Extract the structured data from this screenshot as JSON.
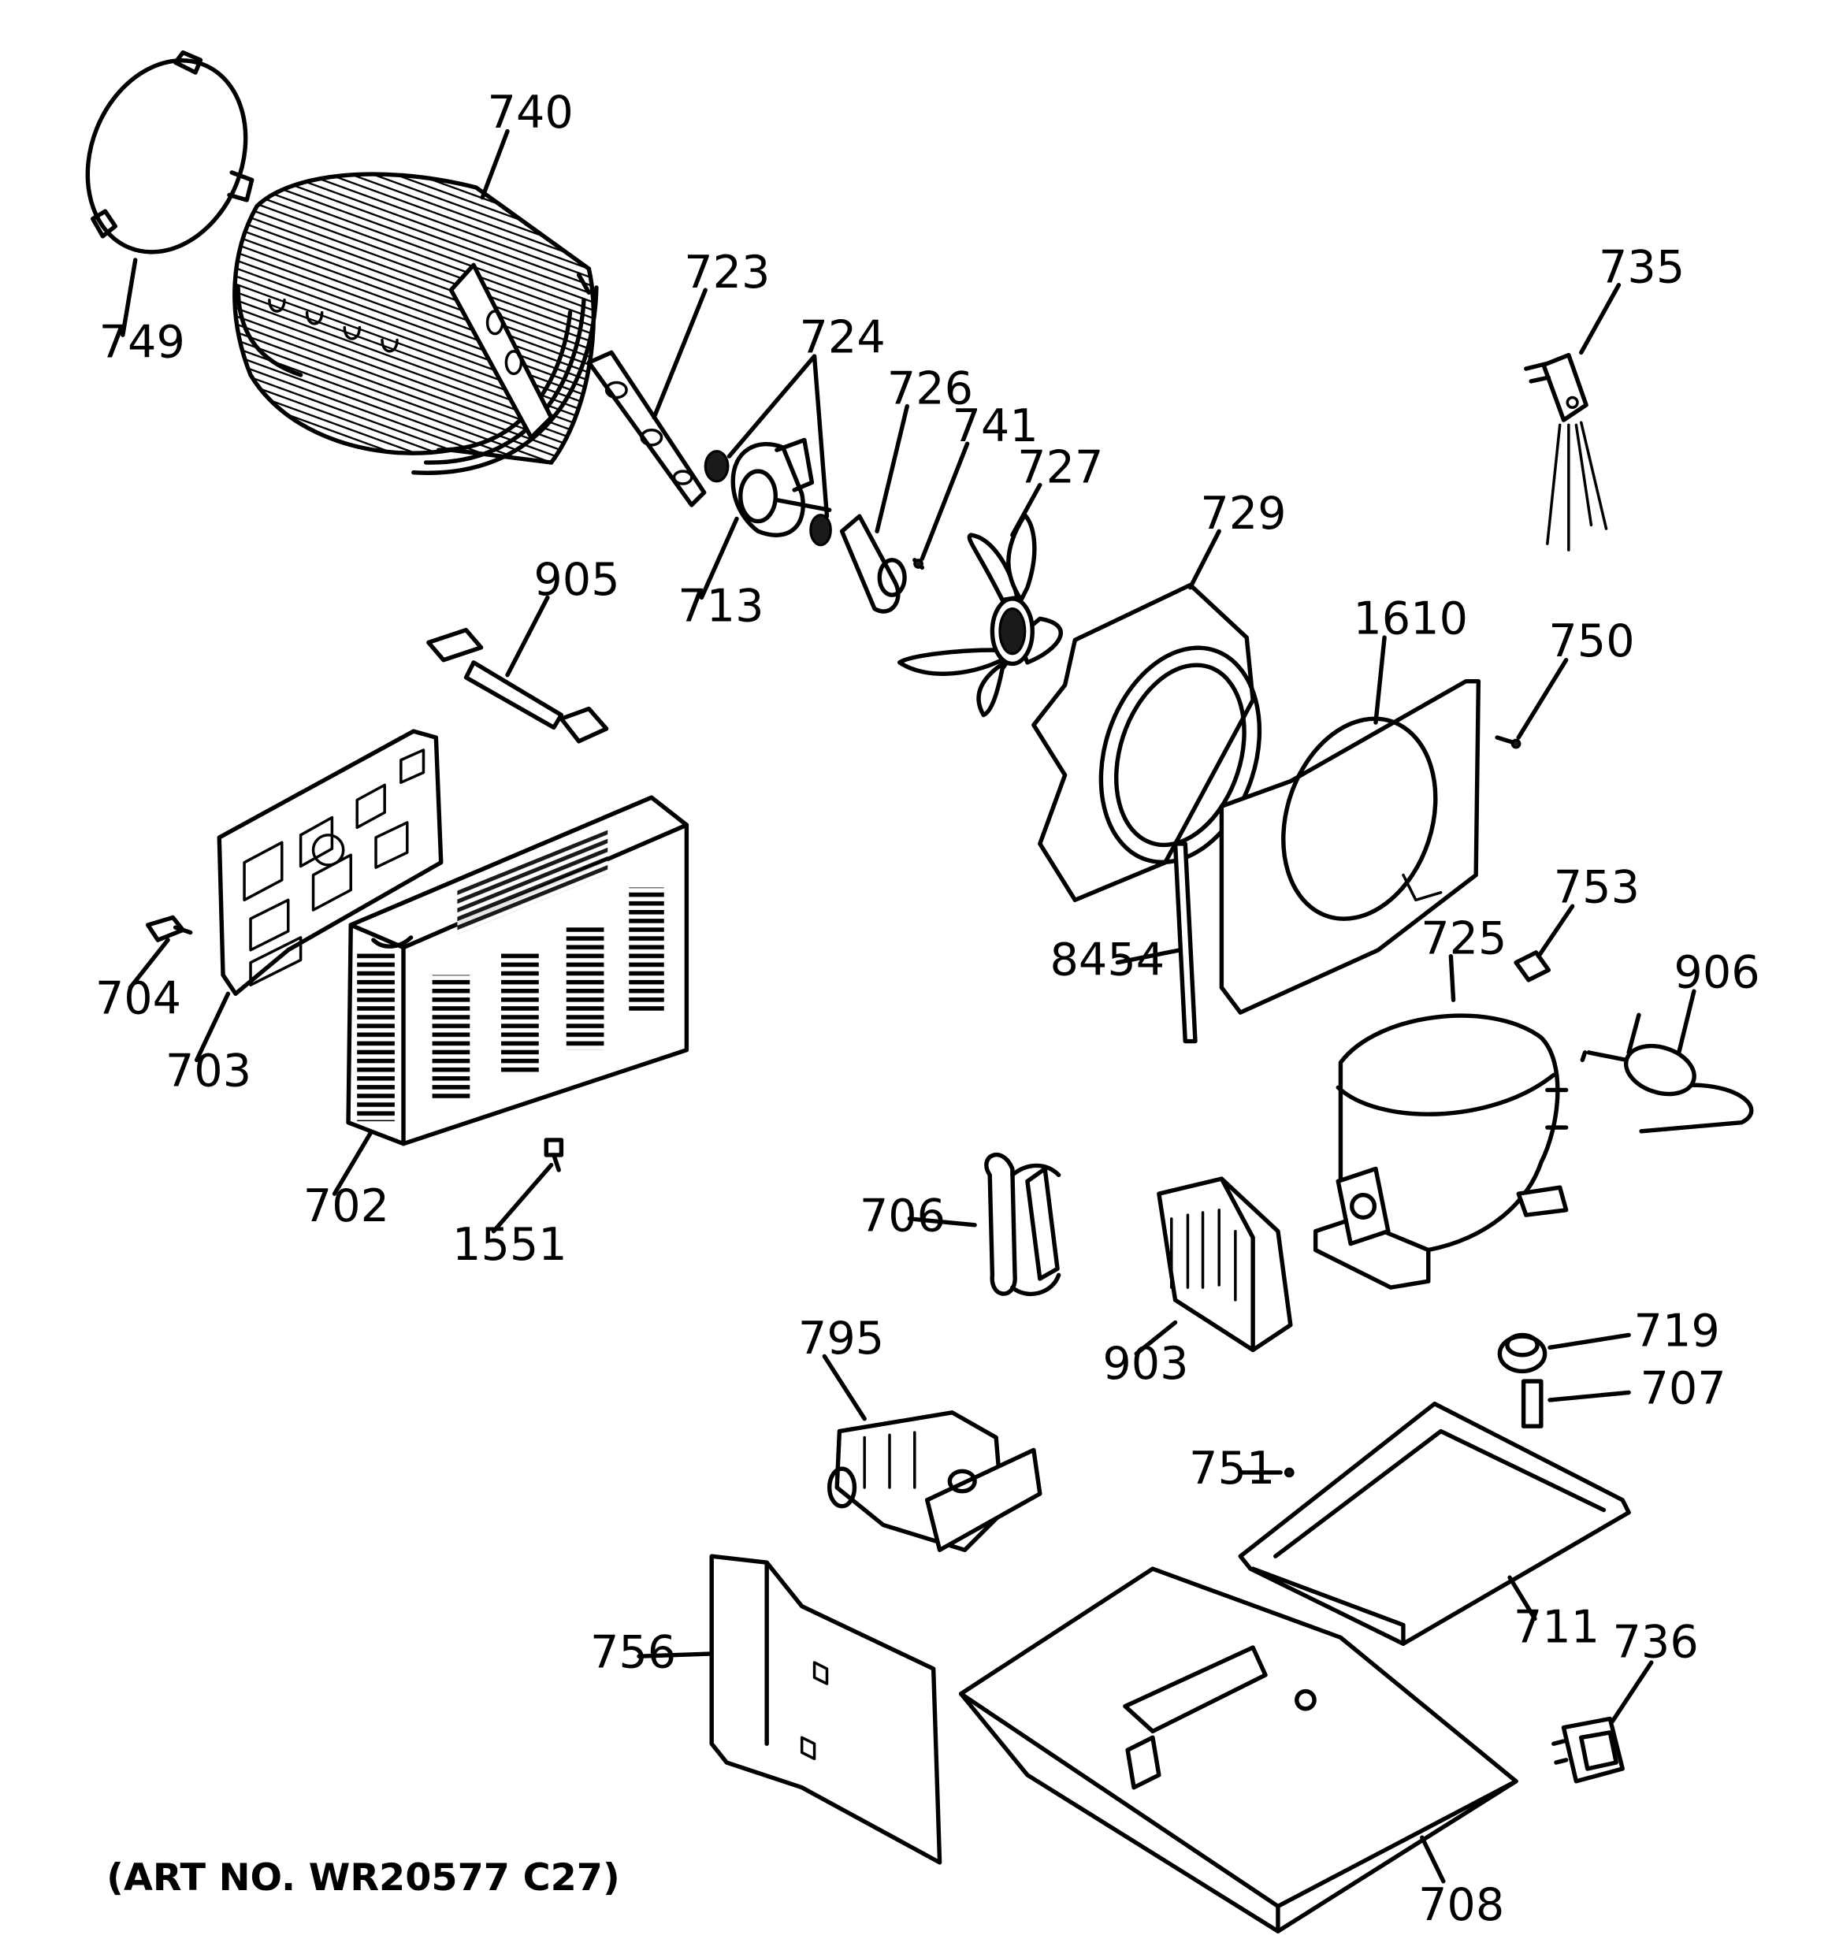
{
  "callouts": [
    {
      "id": "749",
      "label": "749"
    },
    {
      "id": "740",
      "label": "740"
    },
    {
      "id": "723",
      "label": "723"
    },
    {
      "id": "724",
      "label": "724"
    },
    {
      "id": "726",
      "label": "726"
    },
    {
      "id": "741",
      "label": "741"
    },
    {
      "id": "727",
      "label": "727"
    },
    {
      "id": "713",
      "label": "713"
    },
    {
      "id": "729",
      "label": "729"
    },
    {
      "id": "735",
      "label": "735"
    },
    {
      "id": "905",
      "label": "905"
    },
    {
      "id": "1610",
      "label": "1610"
    },
    {
      "id": "750",
      "label": "750"
    },
    {
      "id": "753",
      "label": "753"
    },
    {
      "id": "725",
      "label": "725"
    },
    {
      "id": "906",
      "label": "906"
    },
    {
      "id": "8454",
      "label": "8454"
    },
    {
      "id": "704",
      "label": "704"
    },
    {
      "id": "703",
      "label": "703"
    },
    {
      "id": "702",
      "label": "702"
    },
    {
      "id": "1551",
      "label": "1551"
    },
    {
      "id": "706",
      "label": "706"
    },
    {
      "id": "903",
      "label": "903"
    },
    {
      "id": "719",
      "label": "719"
    },
    {
      "id": "707",
      "label": "707"
    },
    {
      "id": "795",
      "label": "795"
    },
    {
      "id": "751",
      "label": "751"
    },
    {
      "id": "711",
      "label": "711"
    },
    {
      "id": "756",
      "label": "756"
    },
    {
      "id": "736",
      "label": "736"
    },
    {
      "id": "708",
      "label": "708"
    }
  ],
  "art_number": "(ART NO. WR20577 C27)"
}
